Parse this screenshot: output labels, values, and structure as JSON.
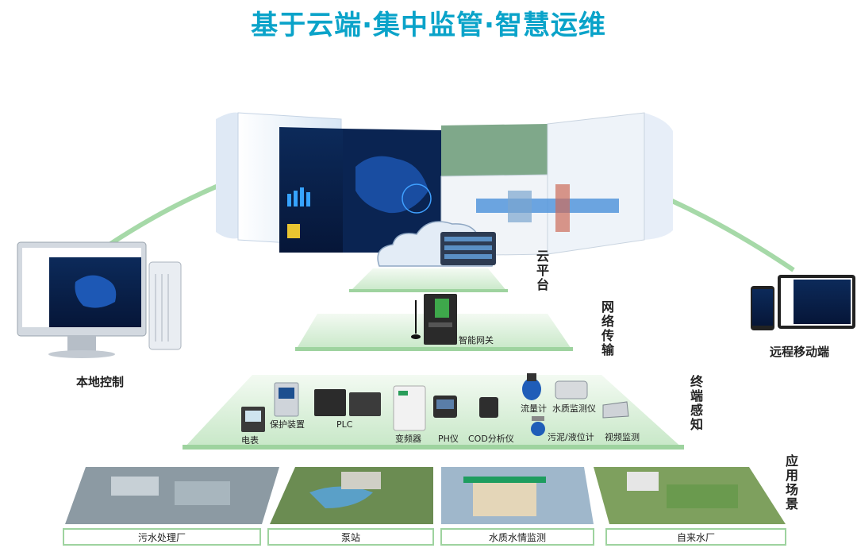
{
  "title": "基于云端·集中监管·智慧运维",
  "layers": {
    "cloud": "云平台",
    "network": "网络传输",
    "terminal": "终端感知",
    "application": "应用场景"
  },
  "sides": {
    "local": "本地控制",
    "mobile": "远程移动端"
  },
  "gateway_label": "智能网关",
  "devices": {
    "meter": "电表",
    "protection": "保护装置",
    "plc": "PLC",
    "inverter": "变频器",
    "ph": "PH仪",
    "cod": "COD分析仪",
    "flow": "流量计",
    "water_quality": "水质监测仪",
    "level": "污泥/液位计",
    "video": "视频监测"
  },
  "scenes": [
    "污水处理厂",
    "泵站",
    "水质水情监测",
    "自来水厂"
  ],
  "colors": {
    "title": "#0aa3c9",
    "platform_green": "#bfe3c0",
    "arc_green": "#a6d9a8"
  }
}
